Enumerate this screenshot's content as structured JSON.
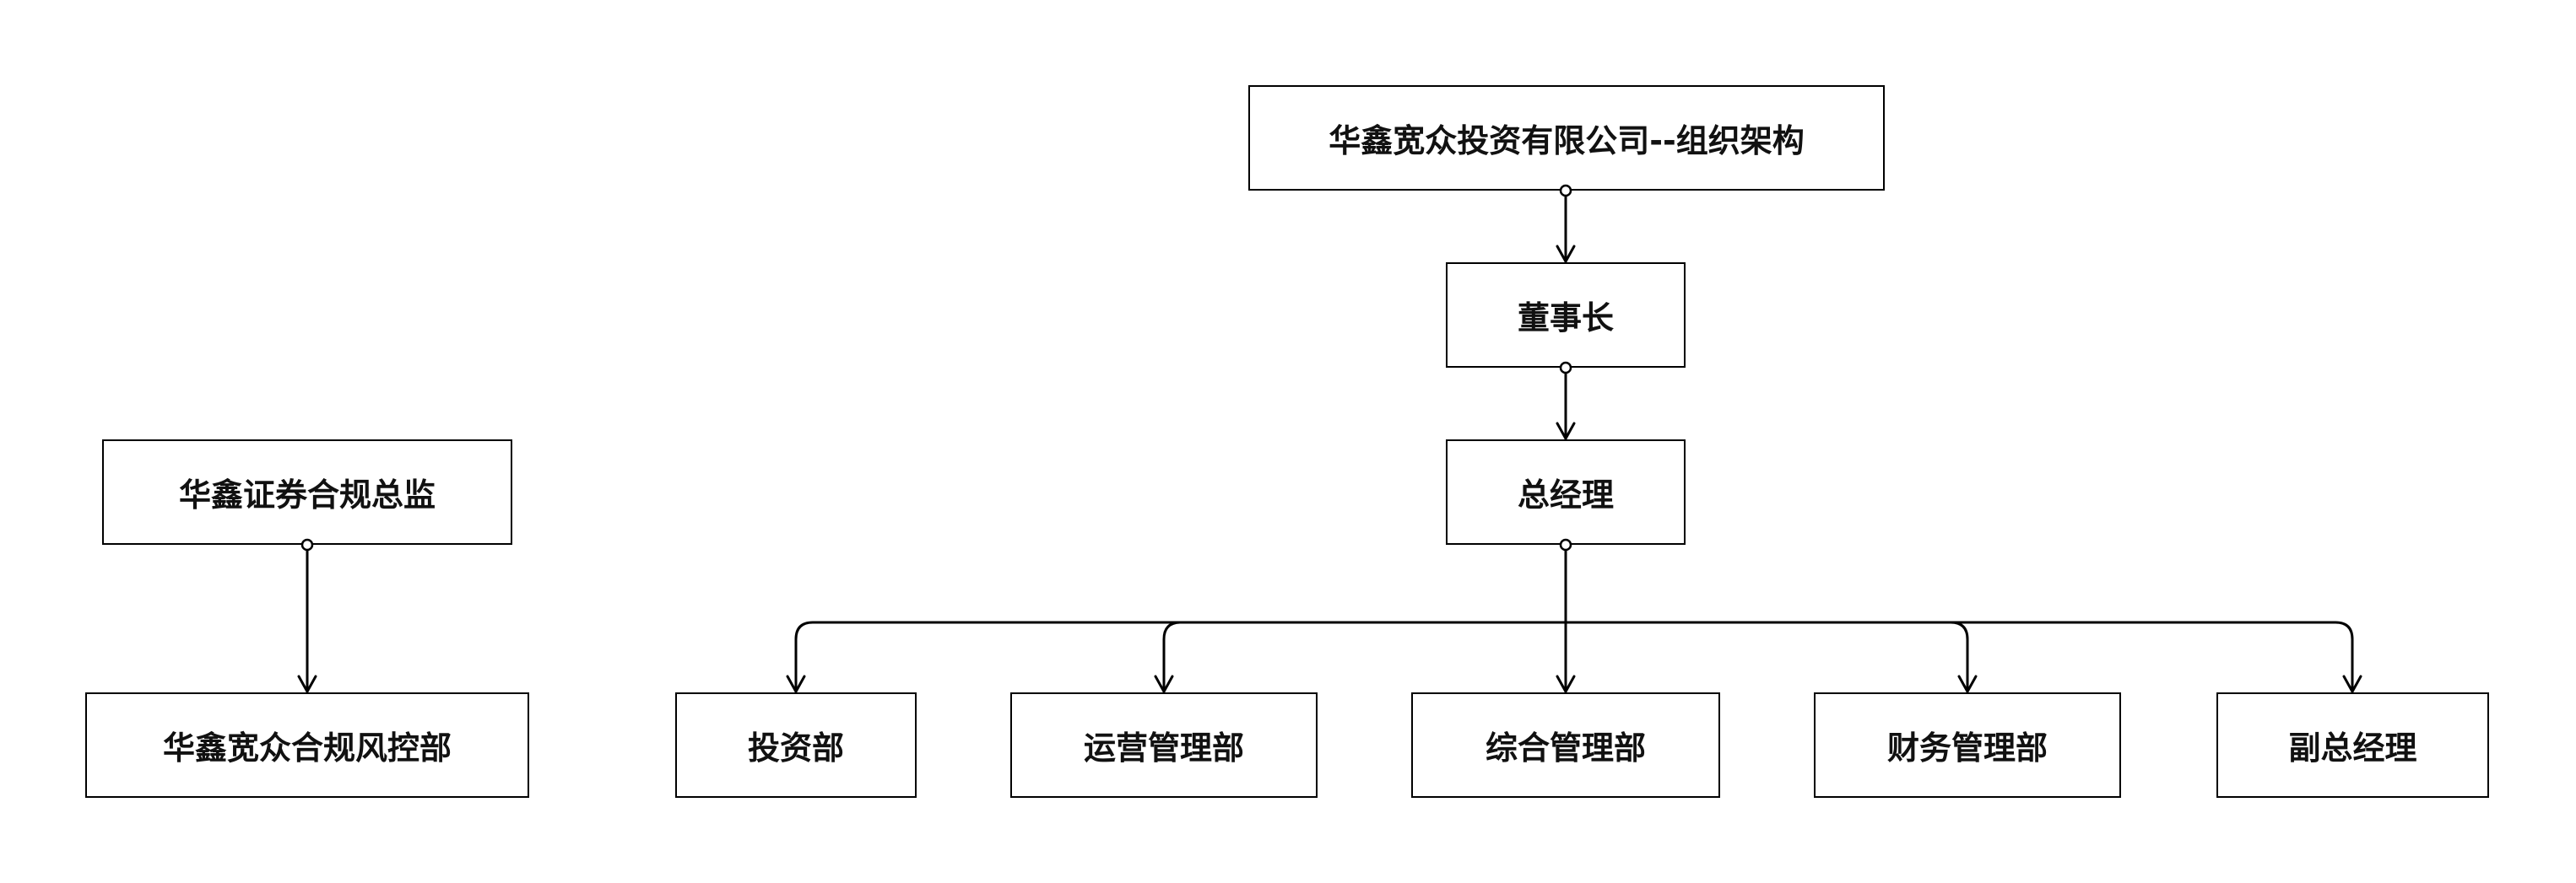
{
  "title": "华鑫宽众投资有限公司--组织架构",
  "nodes": {
    "chairman": "董事长",
    "general_manager": "总经理",
    "compliance_director": "华鑫证券合规总监",
    "compliance_risk_dept": "华鑫宽众合规风控部",
    "investment_dept": "投资部",
    "operations_dept": "运营管理部",
    "general_admin_dept": "综合管理部",
    "finance_dept": "财务管理部",
    "deputy_gm": "副总经理"
  },
  "colors": {
    "stroke": "#000000",
    "background": "#ffffff",
    "text": "#111111"
  }
}
